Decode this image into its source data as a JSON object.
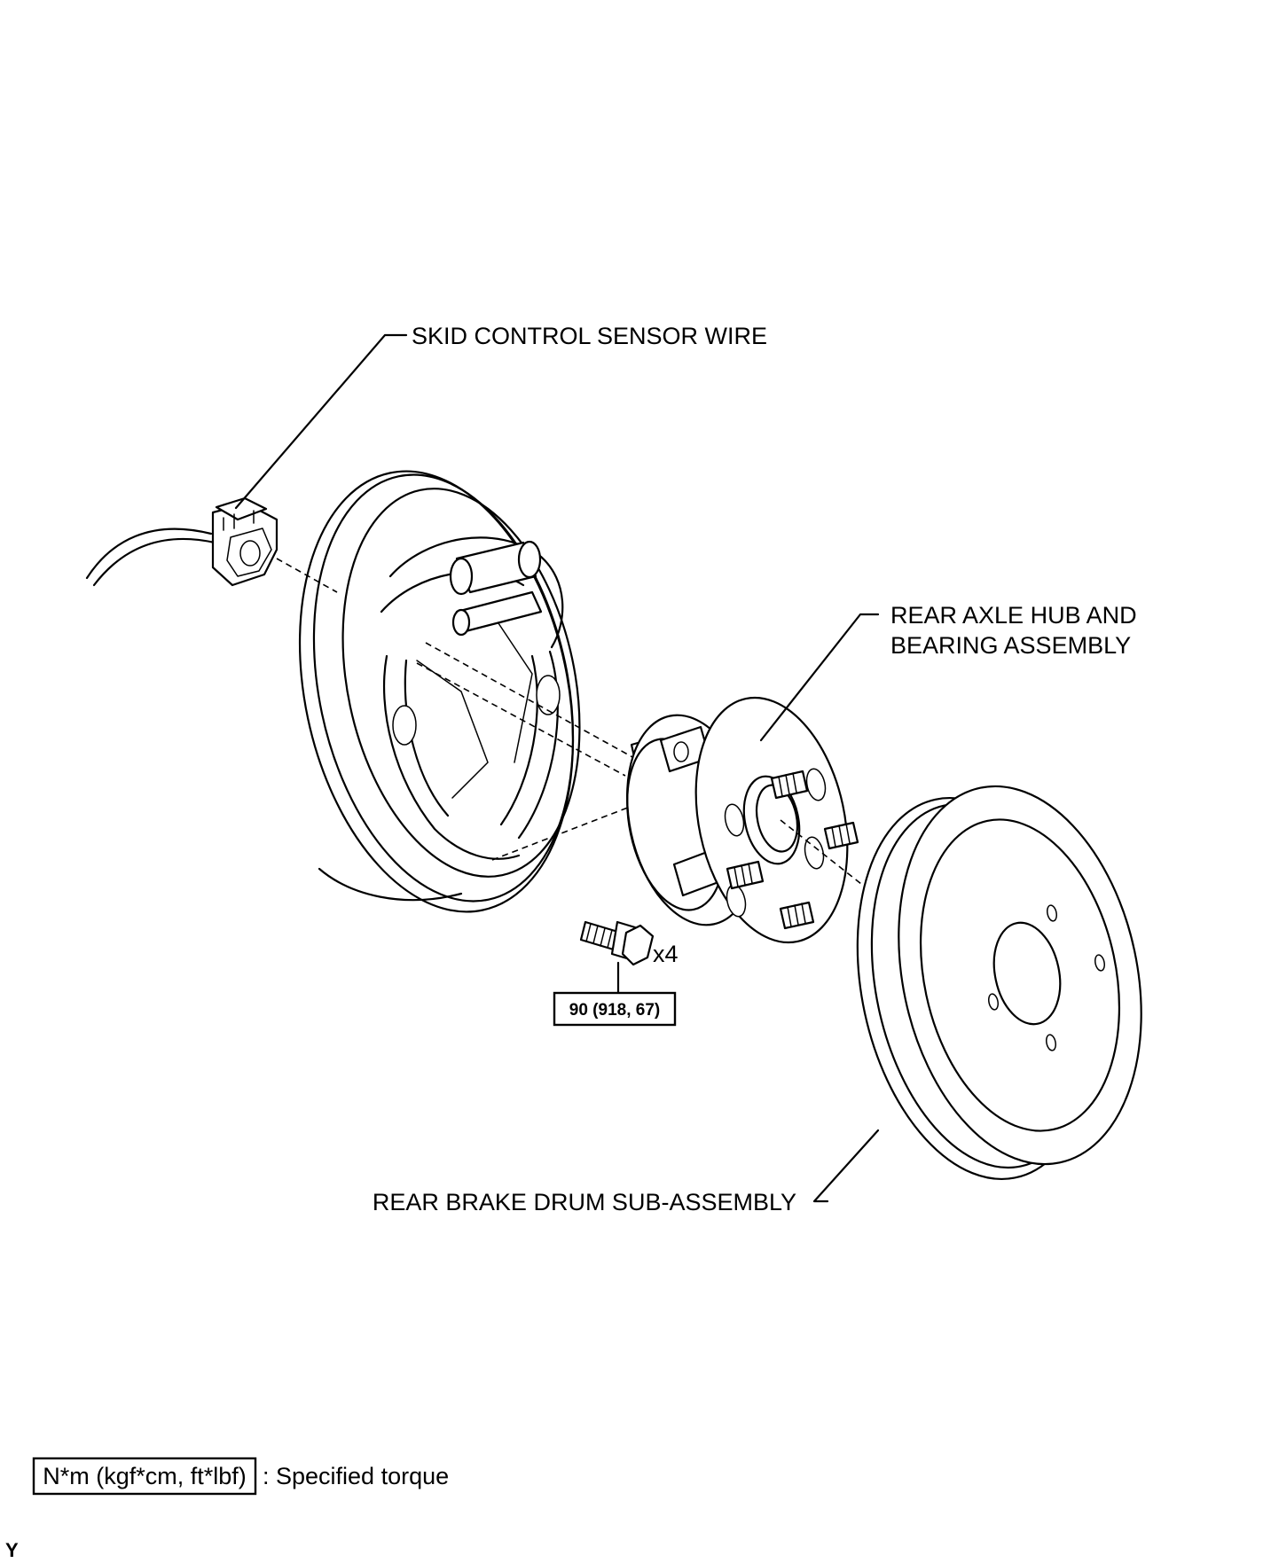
{
  "labels": {
    "sensor_wire": "SKID CONTROL SENSOR WIRE",
    "hub_line1": "REAR AXLE HUB AND",
    "hub_line2": "BEARING ASSEMBLY",
    "drum": "REAR BRAKE DRUM SUB-ASSEMBLY"
  },
  "bolt": {
    "quantity": "x4",
    "torque": "90 (918, 67)"
  },
  "legend": {
    "unit": "N*m (kgf*cm, ft*lbf)",
    "description": ": Specified torque"
  },
  "figure_code": "Y"
}
